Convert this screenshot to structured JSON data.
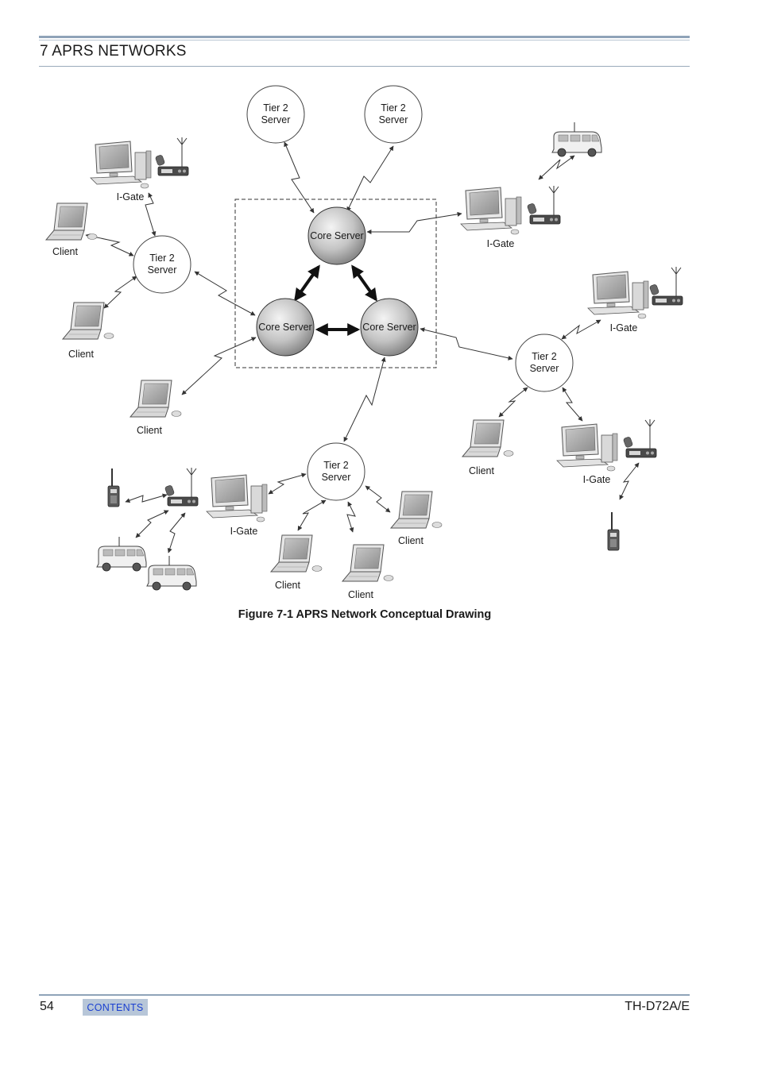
{
  "header": {
    "section_title": "7 APRS NETWORKS"
  },
  "diagram": {
    "core_servers": [
      {
        "label": "Core Server"
      },
      {
        "label": "Core Server"
      },
      {
        "label": "Core Server"
      }
    ],
    "tier2_servers": [
      {
        "line1": "Tier 2",
        "line2": "Server"
      },
      {
        "line1": "Tier 2",
        "line2": "Server"
      },
      {
        "line1": "Tier 2",
        "line2": "Server"
      },
      {
        "line1": "Tier 2",
        "line2": "Server"
      },
      {
        "line1": "Tier 2",
        "line2": "Server"
      }
    ],
    "device_labels": [
      "I-Gate",
      "Client",
      "Client",
      "I-Gate",
      "I-Gate",
      "Client",
      "Client",
      "I-Gate",
      "I-Gate",
      "Client",
      "Client",
      "Client"
    ]
  },
  "figure": {
    "caption": "Figure 7-1  APRS Network Conceptual Drawing"
  },
  "footer": {
    "page_number": "54",
    "contents_label": "CONTENTS",
    "model": "TH-D72A/E"
  },
  "colors": {
    "rule": "#8fa3b8",
    "contents_bg": "#b7c6d8",
    "contents_text": "#1a3fd0"
  }
}
